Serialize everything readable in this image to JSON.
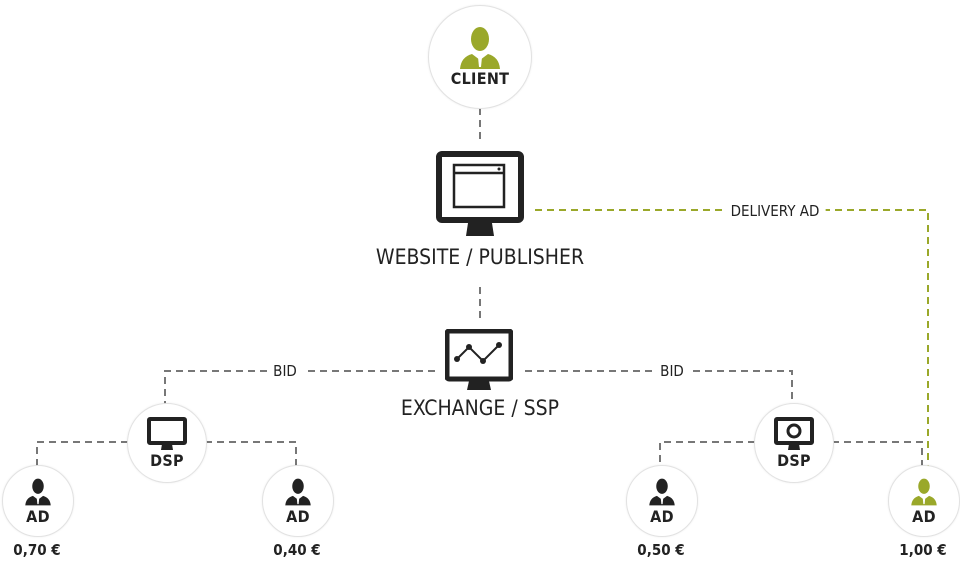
{
  "client": {
    "label": "CLIENT"
  },
  "website": {
    "label": "WEBSITE / PUBLISHER"
  },
  "exchange": {
    "label": "EXCHANGE / SSP"
  },
  "edges": {
    "bid_left": "BID",
    "bid_right": "BID",
    "delivery": "DELIVERY AD"
  },
  "dsps": [
    {
      "label": "DSP"
    },
    {
      "label": "DSP"
    }
  ],
  "ads": [
    {
      "label": "AD",
      "price": "0,70 €"
    },
    {
      "label": "AD",
      "price": "0,40 €"
    },
    {
      "label": "AD",
      "price": "0,50 €"
    },
    {
      "label": "AD",
      "price": "1,00 €",
      "winner": true
    }
  ],
  "colors": {
    "accent": "#9aa82a",
    "dark": "#222222",
    "dash": "#777777"
  }
}
